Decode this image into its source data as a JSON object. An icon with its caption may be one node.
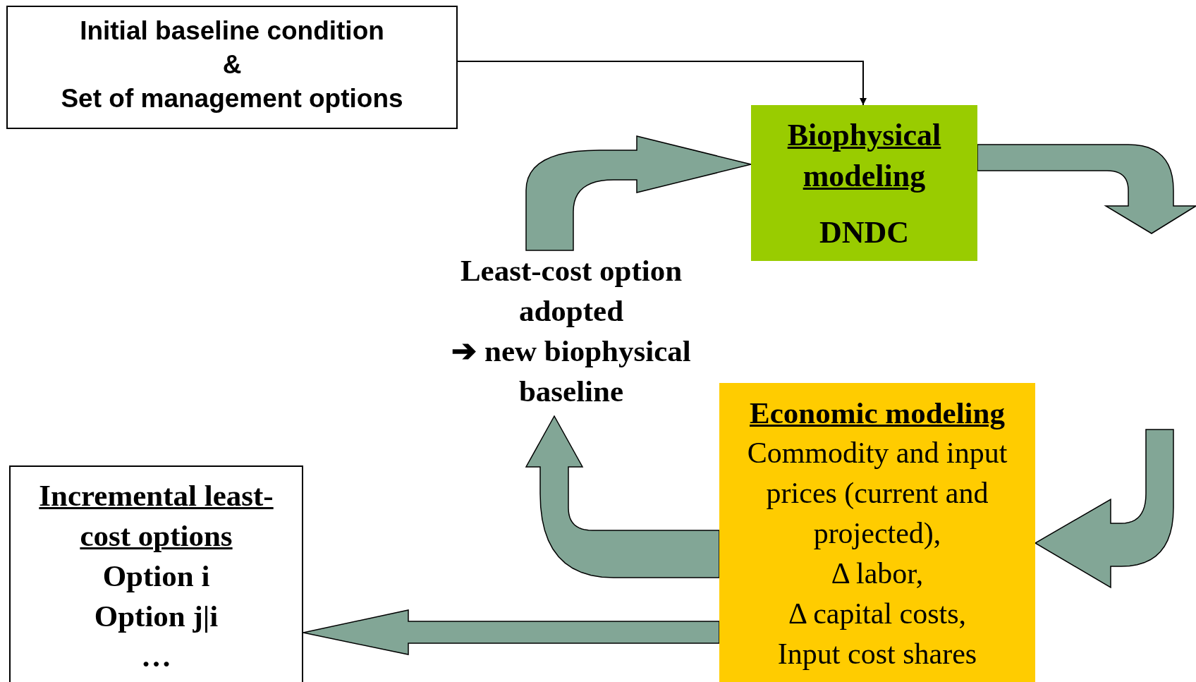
{
  "diagram": {
    "nodes": [
      {
        "text": [
          "Initial baseline condition",
          "&",
          "Set of management options"
        ]
      },
      {
        "text": [
          "Biophysical modeling",
          "DNDC"
        ]
      },
      {
        "text": [
          "Economic modeling",
          "Commodity and input prices (current and projected),",
          "Δ labor,",
          "Δ capital costs,",
          "Input cost shares"
        ]
      },
      {
        "text": [
          "Least-cost option adopted",
          "➔ new biophysical baseline"
        ]
      },
      {
        "text": [
          "Incremental least-cost options",
          "Option i",
          "Option j|i",
          "…"
        ]
      }
    ],
    "edges": [
      {
        "from": 0,
        "to": 1,
        "arrow": "to"
      },
      {
        "from": 3,
        "to": 1,
        "arrow": "to",
        "style": "thick",
        "color": "#82a696"
      },
      {
        "from": 1,
        "to": null,
        "arrow": "to",
        "style": "thick",
        "color": "#82a696"
      },
      {
        "from": null,
        "to": 2,
        "arrow": "to",
        "style": "thick",
        "color": "#82a696"
      },
      {
        "from": 2,
        "to": 3,
        "arrow": "to",
        "style": "thick",
        "color": "#82a696"
      },
      {
        "from": 2,
        "to": 4,
        "arrow": "to",
        "style": "thick",
        "color": "#82a696"
      }
    ]
  }
}
